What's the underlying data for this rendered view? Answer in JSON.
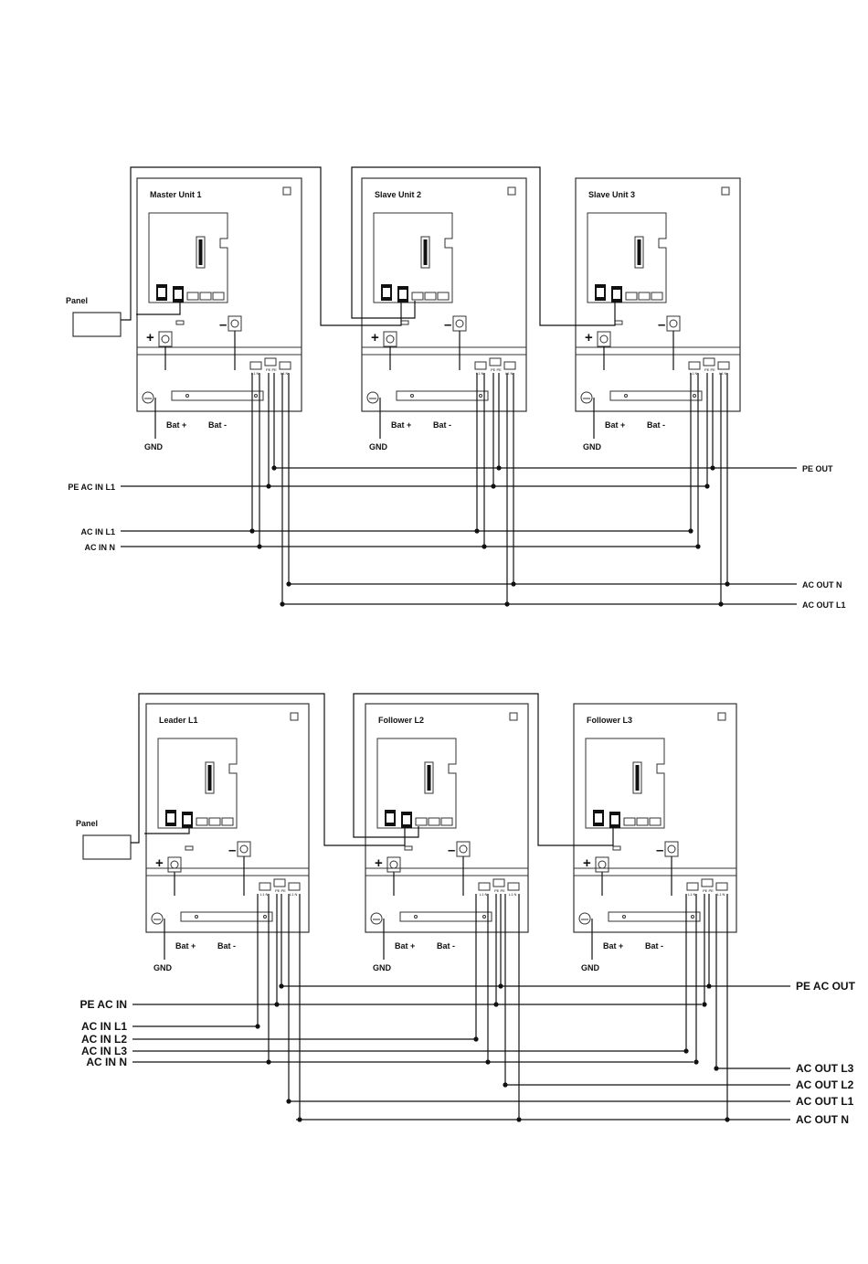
{
  "top": {
    "units": [
      "Master  Unit 1",
      "Slave Unit 2",
      "Slave Unit 3"
    ],
    "panel": "Panel",
    "bat_plus": "Bat +",
    "bat_minus": "Bat -",
    "gnd": "GND",
    "left_lines": [
      "PE AC IN L1",
      "AC IN L1",
      "AC IN N"
    ],
    "right_lines": [
      "PE OUT",
      "AC OUT  N",
      "AC OUT L1"
    ]
  },
  "bottom": {
    "units": [
      "Leader       L1",
      "Follower    L2",
      "Follower     L3"
    ],
    "panel": "Panel",
    "bat_plus": "Bat +",
    "bat_minus": "Bat -",
    "gnd": "GND",
    "left_lines": [
      "PE   AC  IN",
      "AC  IN  L1",
      "AC  IN  L2",
      "AC  IN  L3",
      "AC  IN  N"
    ],
    "right_lines": [
      "PE   AC  OUT",
      "AC  OUT  L3",
      "AC  OUT  L2",
      "AC  OUT  L1",
      "AC  OUT  N"
    ]
  }
}
